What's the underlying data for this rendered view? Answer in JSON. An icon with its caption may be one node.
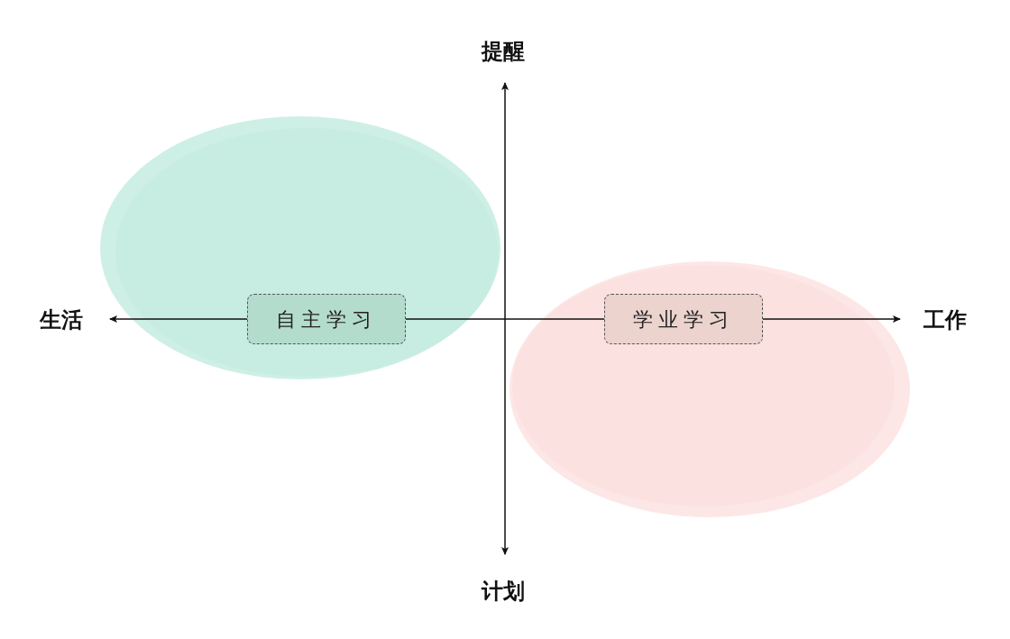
{
  "diagram": {
    "nodes": [
      {
        "text": [
          "自主学习"
        ]
      },
      {
        "text": [
          "学业学习"
        ]
      }
    ],
    "labels": [
      "提醒",
      "生活",
      "工作",
      "计划"
    ]
  }
}
